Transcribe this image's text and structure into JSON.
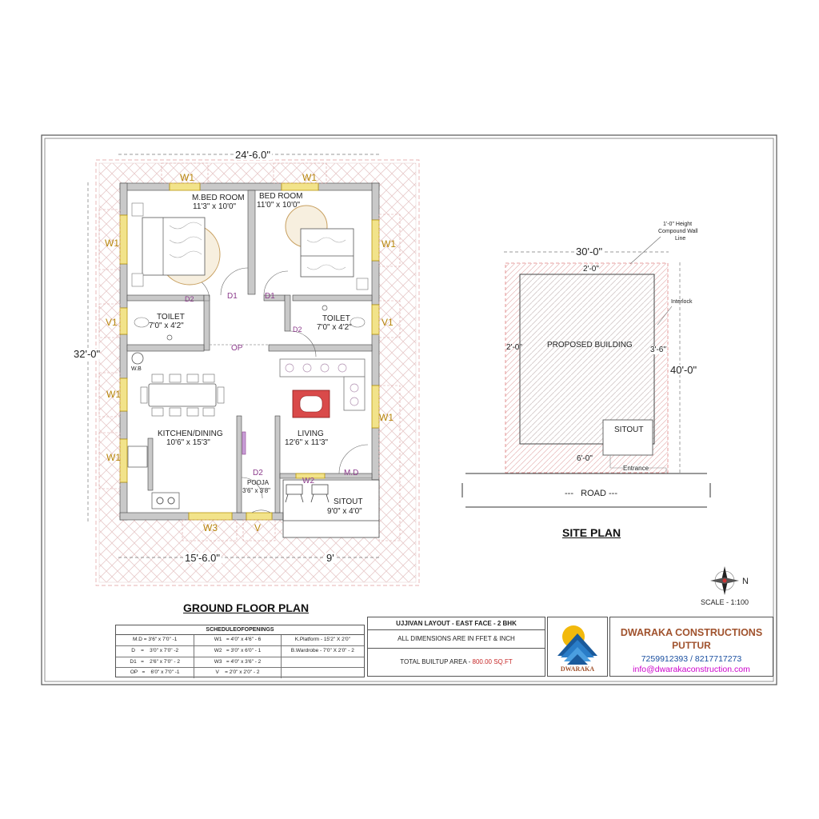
{
  "ground_floor": {
    "dim_top": "24'-6.0\"",
    "dim_left": "32'-0\"",
    "dim_bottom_left": "15'-6.0\"",
    "dim_bottom_right": "9'",
    "title": "GROUND FLOOR PLAN",
    "rooms": {
      "mbed_name": "M.BED ROOM",
      "mbed_size": "11'3\" x 10'0\"",
      "bed_name": "BED ROOM",
      "bed_size": "11'0\" x 10'0\"",
      "toilet1_name": "TOILET",
      "toilet1_size": "7'0\" x 4'2\"",
      "toilet2_name": "TOILET",
      "toilet2_size": "7'0\" x 4'2\"",
      "kitchen_name": "KITCHEN/DINING",
      "kitchen_size": "10'6\" x 15'3\"",
      "living_name": "LIVING",
      "living_size": "12'6\" x 11'3\"",
      "pooja_name": "POOJA",
      "pooja_size": "3'6\" x 3'8\"",
      "sitout_name": "SITOUT",
      "sitout_size": "9'0\" x 4'0\""
    },
    "openings": {
      "w1": "W1",
      "v1": "V1",
      "w2": "W2",
      "w3": "W3",
      "v": "V",
      "d1": "D1",
      "d2": "D2",
      "op": "OP",
      "md": "M.D",
      "wb": "W.B"
    }
  },
  "site_plan": {
    "title": "SITE PLAN",
    "dim_top": "30'-0\"",
    "dim_right": "40'-0\"",
    "setback_top": "2'-0\"",
    "setback_left": "2'-0\"",
    "setback_right": "3'-6\"",
    "setback_bottom": "6'-0\"",
    "proposed": "PROPOSED BUILDING",
    "sitout": "SITOUT",
    "entrance": "Entrance",
    "road": "---   ROAD ---",
    "compound_note_1": "1'-0\" Height",
    "compound_note_2": "Compound Wall",
    "compound_note_3": "Line",
    "interlock": "Interlock",
    "north": "N",
    "scale": "SCALE - 1:100"
  },
  "schedule": {
    "title": "SCHEDULEOFOPENINGS",
    "rows": [
      [
        "M.D = 3'6\" x 7'0\" -1",
        "W1   = 4'0\" x 4'6\" - 6",
        "K.Platform - 15'2\" X 2'0\""
      ],
      [
        "D    =    3'0\" x 7'0\" -2",
        "W2   = 3'0\" x 6'0\" - 1",
        "B.Wardrobe - 7'0\" X 2'0\" - 2"
      ],
      [
        "D1   =    2'6\" x 7'0\" - 2",
        "W3   = 4'0\" x 3'6\" - 2",
        ""
      ],
      [
        "OP   =    6'0\" x 7'0\" -1",
        "V    = 2'0\" x 2'0\" - 2",
        ""
      ]
    ]
  },
  "info": {
    "layout": "UJJIVAN LAYOUT - EAST FACE - 2 BHK",
    "dims_note": "ALL DIMENSIONS ARE IN FFET & INCH",
    "area_label": "TOTAL BUILTUP AREA - ",
    "area_value": "800.00 SQ.FT"
  },
  "company": {
    "name": "DWARAKA CONSTRUCTIONS",
    "city": "PUTTUR",
    "phone": "7259912393 / 8217717273",
    "email": "info@dwarakaconstruction.com",
    "logo_text": "DWARAKA"
  },
  "colors": {
    "label_gold": "#b8860b",
    "door_purple": "#8b3a8b",
    "brand_red": "#a0522d",
    "email_magenta": "#cc00cc",
    "setback_line": "#e08080"
  }
}
